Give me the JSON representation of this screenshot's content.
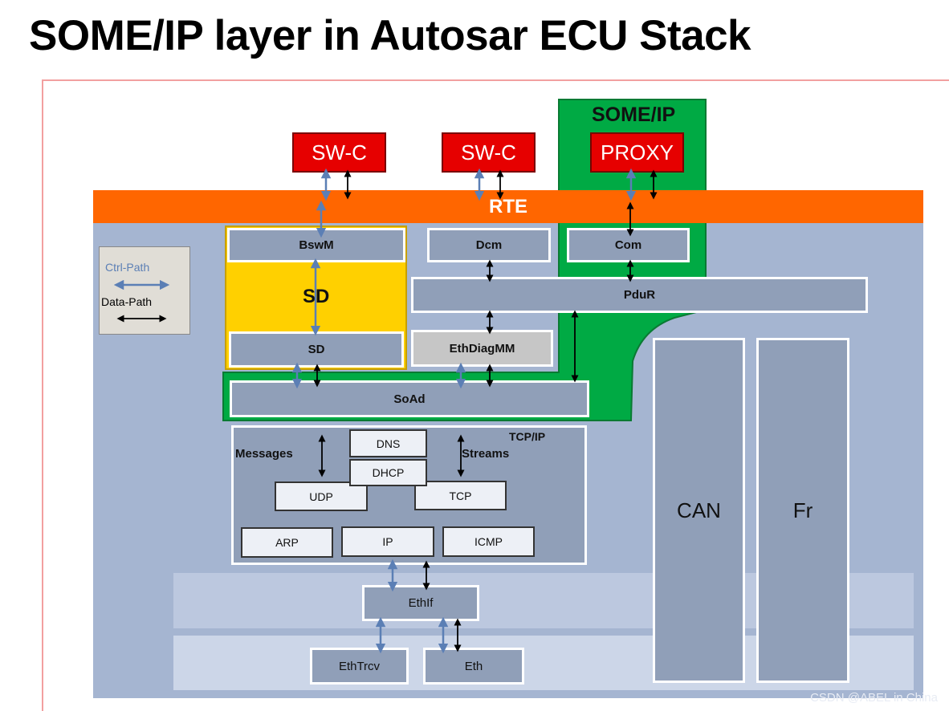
{
  "title": "SOME/IP layer in Autosar ECU Stack",
  "someip_region_label": "SOME/IP",
  "top_components": {
    "swc_1": "SW-C",
    "swc_2": "SW-C",
    "proxy": "PROXY"
  },
  "rte_label": "RTE",
  "legend": {
    "ctrl_path": "Ctrl-Path",
    "data_path": "Data-Path"
  },
  "sd_region_label": "SD",
  "modules": {
    "bswm": "BswM",
    "dcm": "Dcm",
    "com": "Com",
    "pdur": "PduR",
    "sd": "SD",
    "ethdiagmm": "EthDiagMM",
    "soad": "SoAd",
    "ethif": "EthIf",
    "ethtrcv": "EthTrcv",
    "eth": "Eth",
    "can": "CAN",
    "fr": "Fr"
  },
  "tcpip": {
    "label": "TCP/IP",
    "messages": "Messages",
    "streams": "Streams",
    "dns": "DNS",
    "dhcp": "DHCP",
    "udp": "UDP",
    "tcp": "TCP",
    "arp": "ARP",
    "ip": "IP",
    "icmp": "ICMP"
  },
  "watermark": "CSDN @ABEL in China",
  "colors": {
    "background_panel": "#a5b5d1",
    "rte": "#ff6600",
    "someip_green": "#00aa44",
    "sd_yellow": "#ffd000",
    "module": "#909fb8",
    "component_red": "#e60000",
    "ctrl_arrow": "#5b7fb5",
    "data_arrow": "#000000"
  }
}
